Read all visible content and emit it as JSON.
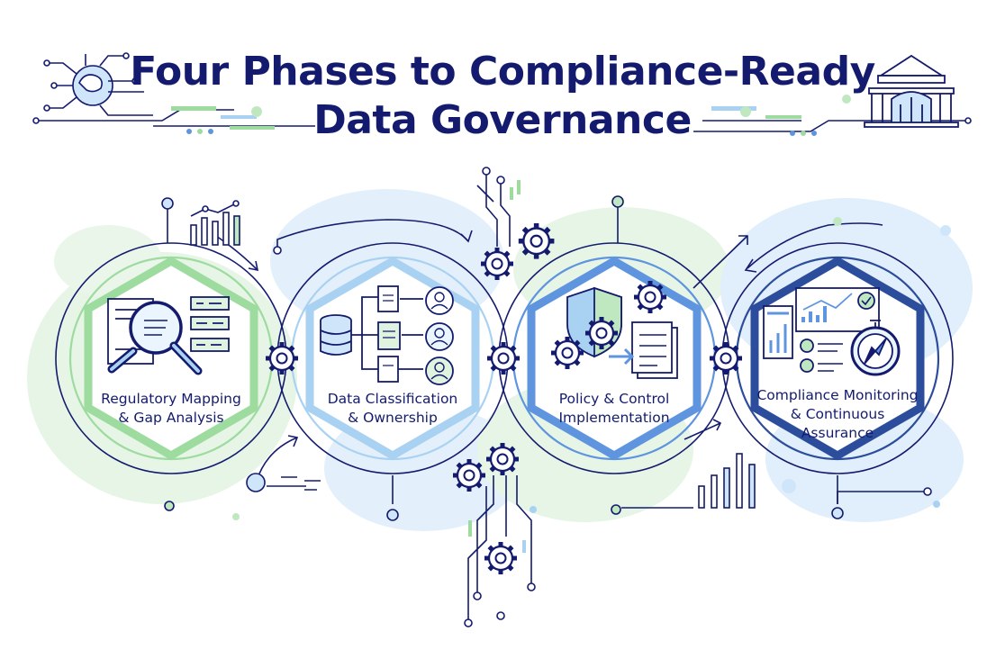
{
  "title": {
    "line1": "Four Phases to Compliance-Ready",
    "line2": "Data Governance"
  },
  "phases": [
    {
      "label": "Regulatory Mapping\n& Gap Analysis",
      "icon": "magnifier-document-icon",
      "color": "#9ddb9f"
    },
    {
      "label": "Data Classification\n& Ownership",
      "icon": "database-ownership-icon",
      "color": "#a9d2f2"
    },
    {
      "label": "Policy & Control\nImplementation",
      "icon": "shield-gear-icon",
      "color": "#5e95de"
    },
    {
      "label": "Compliance Monitoring\n& Continuous\nAssurance",
      "icon": "dashboard-compass-icon",
      "color": "#2c4d9c"
    }
  ],
  "colors": {
    "navy": "#141b6e",
    "light_green": "#d9f1da",
    "light_blue": "#dcedfb",
    "mid_blue": "#5e95de",
    "dark_blue": "#2c4d9c"
  },
  "decorations": {
    "left": "globe-circuit-icon",
    "right": "courthouse-icon",
    "connectors": "gear-icon"
  }
}
